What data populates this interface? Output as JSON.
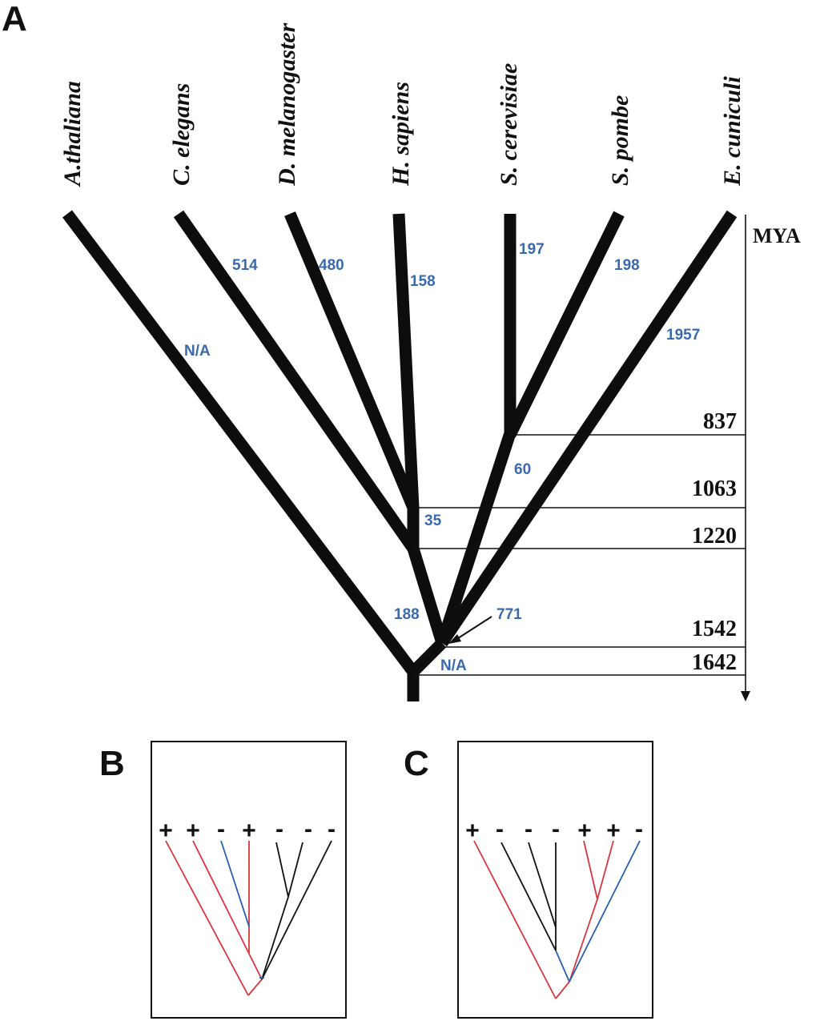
{
  "panels": {
    "a": "A",
    "b": "B",
    "c": "C"
  },
  "species": [
    "A.thaliana",
    "C. elegans",
    "D. melanogaster",
    "H. sapiens",
    "S. cerevisiae",
    "S. pombe",
    "E. cuniculi"
  ],
  "branch_labels": {
    "athaliana": "N/A",
    "celegans": "514",
    "dmelanogaster": "480",
    "hsapiens": "158",
    "scerevisiae": "197",
    "spombe": "198",
    "ecuniculi": "1957",
    "yeast_stem": "60",
    "animal_stem": "35",
    "crown_stem": "188",
    "microsporidia_node": "771",
    "root": "N/A"
  },
  "timescale": {
    "unit": "MYA",
    "divergences": [
      "837",
      "1063",
      "1220",
      "1542",
      "1642"
    ]
  },
  "subtrees": {
    "b": {
      "signs": [
        "+",
        "+",
        "-",
        "+",
        "-",
        "-",
        "-"
      ]
    },
    "c": {
      "signs": [
        "+",
        "-",
        "-",
        "-",
        "+",
        "+",
        "-"
      ]
    }
  },
  "colors": {
    "branch_number": "#3a6aad",
    "present": "#d8373f",
    "absent": "#2a5fb0",
    "other": "#111111"
  }
}
